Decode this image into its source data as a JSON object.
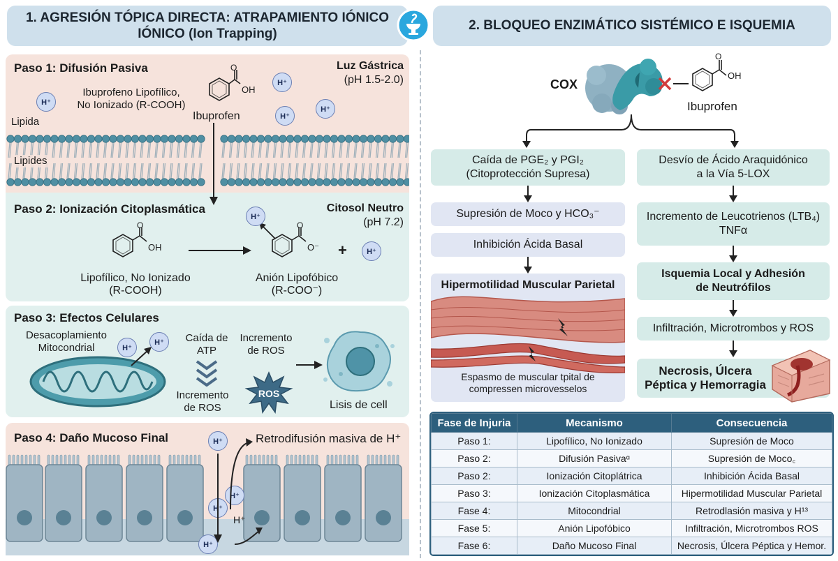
{
  "left": {
    "header": "1. AGRESIÓN TÓPICA DIRECTA: ATRAPAMIENTO IÓNICO IÓNICO (Ion Trapping)",
    "step1": {
      "title": "Paso 1: Difusión Pasiva",
      "lumen_title": "Luz Gástrica",
      "lumen_ph": "(pH 1.5-2.0)",
      "ibu_desc_1": "Ibuprofeno Lipofílico,",
      "ibu_desc_2": "No Ionizado (R-COOH)",
      "ibu_label": "Ibuprofen",
      "lipida": "Lipida",
      "lipides": "Lipides",
      "h_ion": "H⁺"
    },
    "step2": {
      "title": "Paso 2: Ionización Citoplasmática",
      "cytosol_title": "Citosol Neutro",
      "cytosol_ph": "(pH 7.2)",
      "left_label_1": "Lipofílico, No Ionizado",
      "left_label_2": "(R-COOH)",
      "right_label_1": "Anión Lipofóbico",
      "right_label_2": "(R-COO⁻)",
      "plus": "+",
      "oh": "OH",
      "o": "O",
      "o_minus": "O⁻"
    },
    "step3": {
      "title": "Paso 3: Efectos Celulares",
      "mito_label_1": "Desacoplamiento",
      "mito_label_2": "Mitocondrial",
      "atp_1": "Caída de",
      "atp_2": "ATP",
      "ros_inc_1": "Incremento",
      "ros_inc_2": "de ROS",
      "ros_inc2_1": "Incremento",
      "ros_inc2_2": "de ROS",
      "ros_badge": "ROS",
      "lysis": "Lisis de cell"
    },
    "step4": {
      "title": "Paso 4: Daño Mucoso Final",
      "backdiff": "Retrodifusión masiva de H⁺",
      "h_plus_label": "H⁺"
    }
  },
  "right": {
    "header": "2. BLOQUEO ENZIMÁTICO SISTÉMICO E ISQUEMIA",
    "cox_label": "COX",
    "ibu_label": "Ibuprofen",
    "oh": "OH",
    "o": "O",
    "left_branch": {
      "box1_l1": "Caída de PGE₂ y PGI₂",
      "box1_l2": "(Citoprotección Supresa)",
      "box2": "Supresión de Moco y HCO₃⁻",
      "box3": "Inhibición Ácida Basal",
      "box4_title": "Hipermotilidad Muscular Parietal",
      "box4_caption_1": "Espasmo de muscular tpital de",
      "box4_caption_2": "compressen microvesselos"
    },
    "right_branch": {
      "box1_l1": "Desvío de Ácido Araquidónico",
      "box1_l2": "a la Vía 5-LOX",
      "box2_l1": "Incremento de Leucotrienos (LTB₄)",
      "box2_l2": "TNFα",
      "box3_l1": "Isquemia Local y Adhesión",
      "box3_l2": "de Neutrófilos",
      "box4": "Infiltración, Microtrombos y ROS",
      "box5_l1": "Necrosis, Úlcera",
      "box5_l2": "Péptica y Hemorragia"
    },
    "table": {
      "headers": [
        "Fase de Injuria",
        "Mecanismo",
        "Consecuencia"
      ],
      "rows": [
        [
          "Paso 1:",
          "Lipofílico, No Ionizado",
          "Supresión de Moco"
        ],
        [
          "Paso 2:",
          "Difusión Pasivaᵅ",
          "Supresión de Moco꜀"
        ],
        [
          "Paso 2:",
          "Ionización Citoplátrica",
          "Inhibición Ácida Basal"
        ],
        [
          "Paso 3:",
          "Ionización Citoplasmática",
          "Hipermotilidad Muscular Parietal"
        ],
        [
          "Fase 4:",
          "Mitocondrial",
          "Retrodlasión masiva y H¹³"
        ],
        [
          "Fase 5:",
          "Anión Lipofóbico",
          "Infiltración, Microtrombos ROS"
        ],
        [
          "Fase 6:",
          "Daño Mucoso Final",
          "Necrosis, Úlcera Péptica y Hemor."
        ]
      ]
    }
  },
  "colors": {
    "header_bg": "#cfe0ec",
    "step1_bg": "#f6e3dc",
    "step2_bg": "#e1f0ee",
    "step3_bg": "#e1f0ee",
    "step4_bg": "#f6e3dc",
    "teal_box": "#d6ebe8",
    "lav_box": "#e1e6f3",
    "table_header": "#2d5f7d",
    "cox_teal": "#3a9ba7",
    "logo": "#2aa7de"
  }
}
